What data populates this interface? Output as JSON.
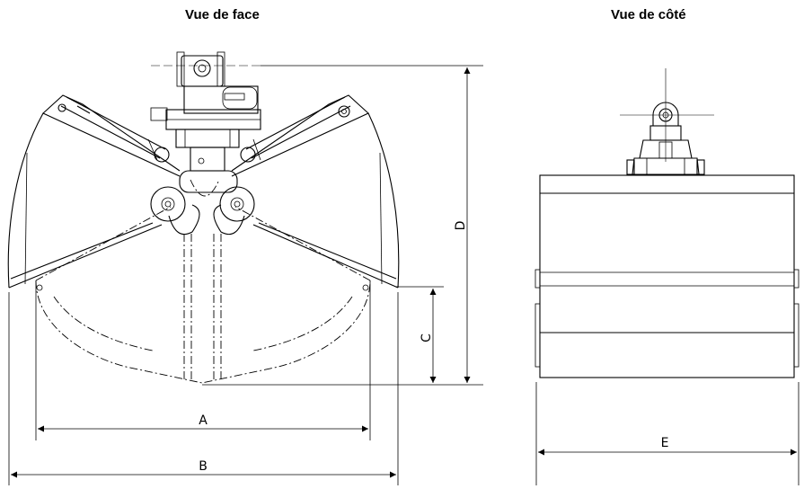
{
  "views": {
    "front_title": "Vue de face",
    "side_title": "Vue de côté"
  },
  "dimensions": {
    "A": "A",
    "B": "B",
    "C": "C",
    "D": "D",
    "E": "E"
  }
}
